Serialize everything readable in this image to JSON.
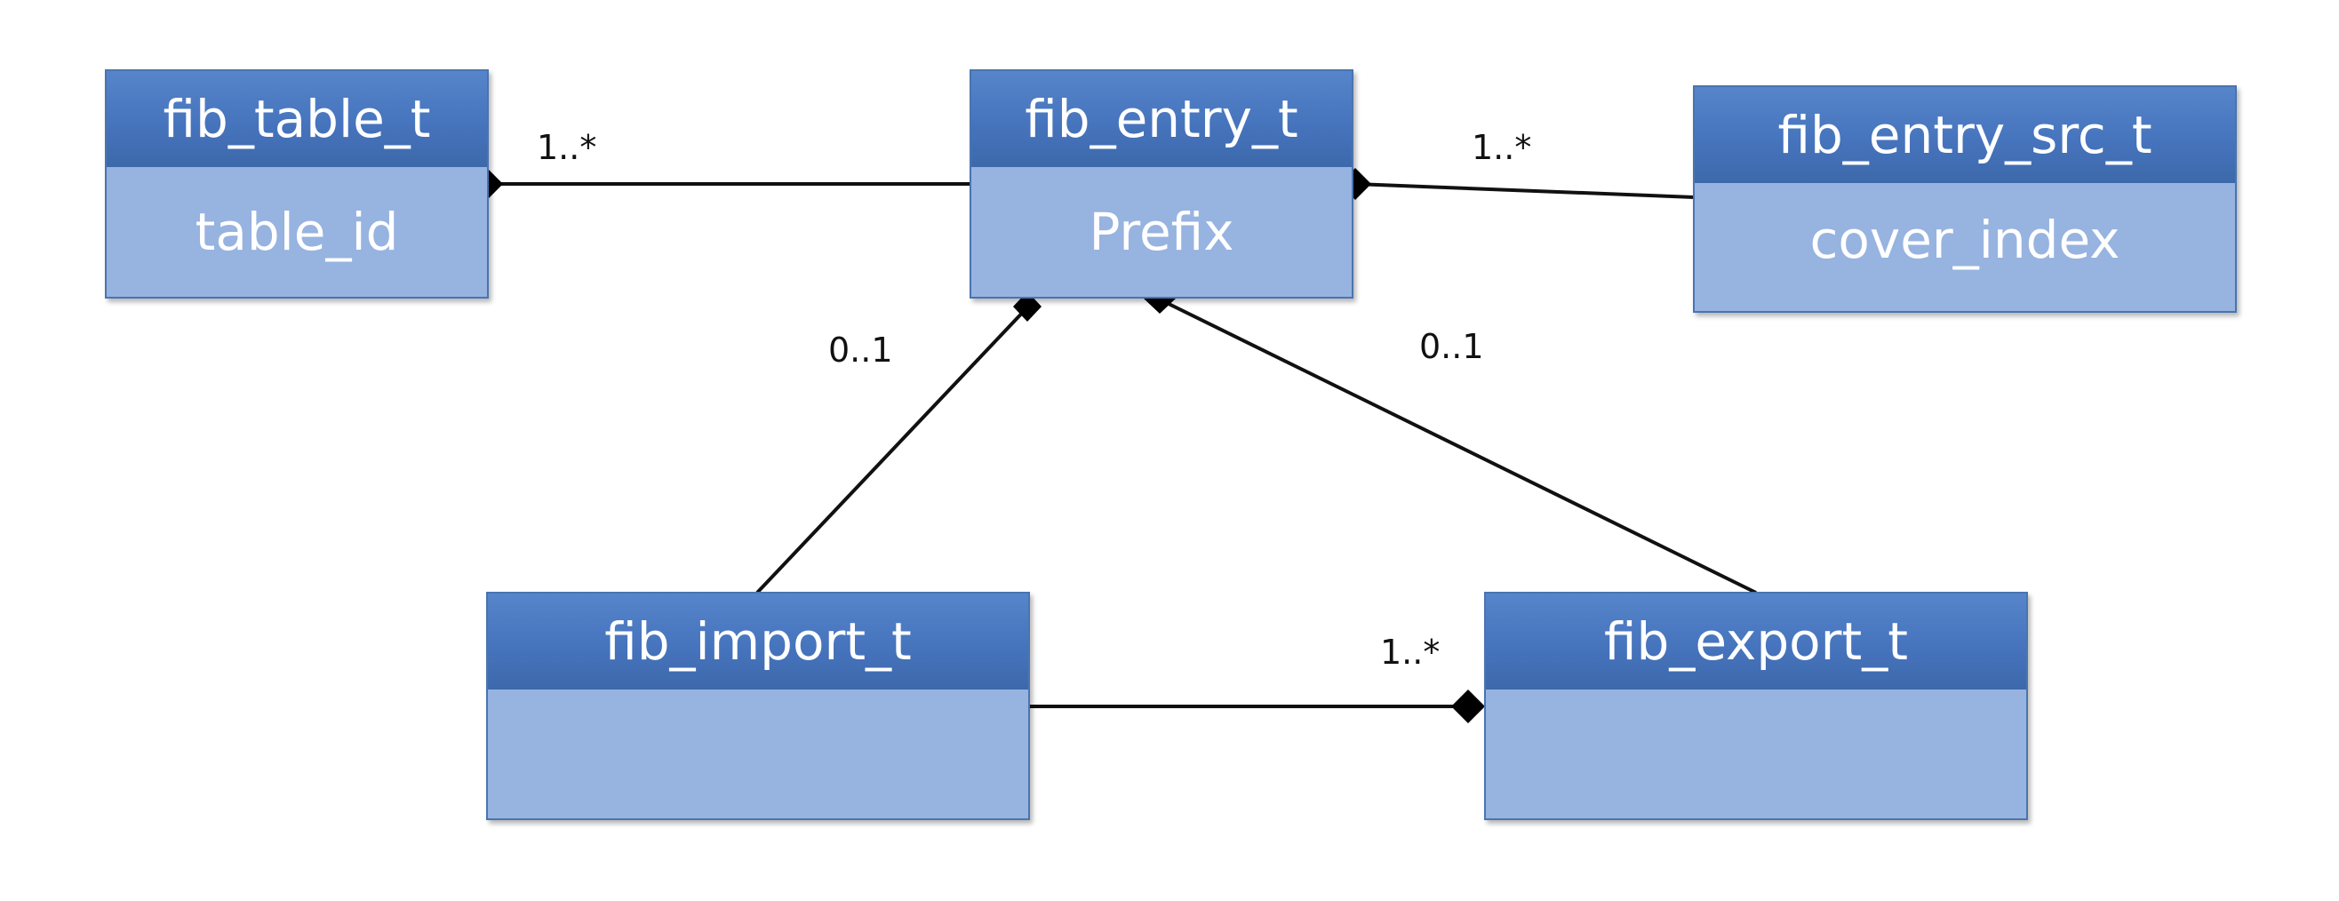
{
  "diagram": {
    "boxes": {
      "fib_table": {
        "header": "fib_table_t",
        "body": "table_id"
      },
      "fib_entry": {
        "header": "fib_entry_t",
        "body": "Prefix"
      },
      "fib_entry_src": {
        "header": "fib_entry_src_t",
        "body": "cover_index"
      },
      "fib_import": {
        "header": "fib_import_t",
        "body": ""
      },
      "fib_export": {
        "header": "fib_export_t",
        "body": ""
      }
    },
    "multiplicities": {
      "table_entry": "1..*",
      "entry_src": "1..*",
      "import_entry": "0..1",
      "export_entry": "0..1",
      "import_export": "1..*"
    },
    "colors": {
      "header": "#4674bd",
      "body": "#97b3e0",
      "border": "#4a74b0",
      "line": "#111111"
    }
  }
}
